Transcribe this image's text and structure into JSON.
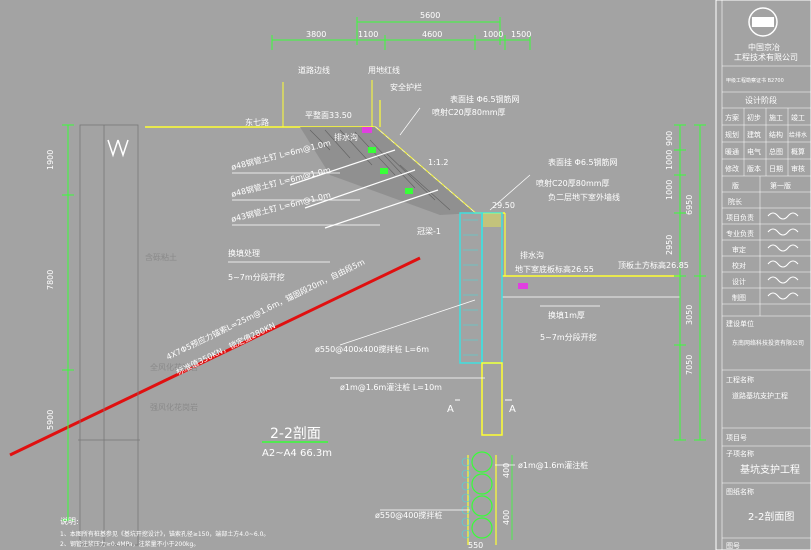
{
  "colors": {
    "background": "#a3a3a3",
    "green": "#38ff38",
    "yellow": "#ffff33",
    "white": "#ffffff",
    "red": "#e01010",
    "magenta": "#e040e0",
    "cyan": "#40e0e0"
  },
  "top_dims": {
    "total": "5600",
    "d1": "3800",
    "d2": "1100",
    "d3": "4600",
    "d4": "1000",
    "d5": "1500"
  },
  "left_dims": {
    "a": "1900",
    "b": "7800",
    "c": "5900"
  },
  "right_dims": {
    "a": "900",
    "b": "1000",
    "c": "1000",
    "d": "6950",
    "e": "2950",
    "f": "3050",
    "g": "7050"
  },
  "labels": {
    "road_edge": "道路边线",
    "red_line": "用地红线",
    "guardrail": "安全护栏",
    "dongqi_road": "东七路",
    "elev_ground": "平整面33.50",
    "drain_top": "排水沟",
    "mesh1": "表面挂 Φ6.5钢筋网",
    "shotcrete1": "喷射C20厚80mm厚",
    "slope": "1:1.2",
    "nail1": "ø48钢管土钉 L=6m@1.0m",
    "nail2": "ø48钢管土钉 L=6m@1.0m",
    "nail3": "ø43钢管土钉 L=6m@1.0m",
    "replace1": "换填处理",
    "depth1": "5~7m分段开挖",
    "cap_beam": "冠梁-1",
    "elev_cap": "29.50",
    "mesh2": "表面挂 Φ6.5钢筋网",
    "shotcrete2": "喷射C20厚80mm厚",
    "basement": "负二层地下室外墙线",
    "drain_bot": "排水沟",
    "elev_basement": "地下室底板标高26.55",
    "elev_slab": "顶板土方标高26.85",
    "replace2": "换填1m厚",
    "depth2": "5~7m分段开挖",
    "anchor1": "4X7Φ5预应力锚索L=25m@1.6m，锚固段20m，自由段5m",
    "anchor2": "标准值350KN，锁定值280KN",
    "mix_pile": "ø550@400x400搅拌桩 L=6m",
    "bored_pile": "ø1m@1.6m灌注桩 L=10m",
    "section_a1": "A",
    "section_a2": "A",
    "section_title": "2-2剖面",
    "section_sub": "A2~A4  66.3m",
    "plan_bored": "ø1m@1.6m灌注桩",
    "plan_mix": "ø550@400搅拌桩",
    "plan_dim1": "400",
    "plan_dim2": "400",
    "plan_dim3": "550",
    "soil1": "含砾粘土",
    "soil2": "全风化花岗岩",
    "soil3": "强风化花岗岩",
    "notes_title": "说明:",
    "note1": "1、本图所有桩基参见《基坑开挖设计》，锚索孔径≥150，端部土方4.0~6.0。",
    "note2": "2、钢管注浆压力≥0.4MPa，注浆量不小于200kg。"
  },
  "title_block": {
    "company1": "中国京冶",
    "company2": "工程技术有限公司",
    "cert": "甲级工程勘察证书 B2700",
    "stamp": "设计阶段",
    "grid": [
      [
        "方案",
        "初步",
        "施工",
        "竣工"
      ],
      [
        "规划",
        "建筑",
        "结构",
        "给排水"
      ],
      [
        "暖通",
        "电气",
        "总图",
        "概算"
      ],
      [
        "修改",
        "版本",
        "日期",
        "审核"
      ]
    ],
    "rows": [
      {
        "k": "版",
        "v": "第一版"
      },
      {
        "k": "院长",
        "v": ""
      },
      {
        "k": "项目负责",
        "v": ""
      },
      {
        "k": "专业负责",
        "v": ""
      },
      {
        "k": "审定",
        "v": ""
      },
      {
        "k": "校对",
        "v": ""
      },
      {
        "k": "设计",
        "v": ""
      },
      {
        "k": "制图",
        "v": ""
      }
    ],
    "builder_label": "建设单位",
    "builder": "东南网络科技投资有限公司",
    "project_label": "工程名称",
    "project": "道路基坑支护工程",
    "item_label": "项目号",
    "sub_label": "子项名称",
    "sub": "基坑支护工程",
    "drawing_label": "图纸名称",
    "drawing": "2-2剖面图",
    "drawing_no_label": "图号"
  }
}
